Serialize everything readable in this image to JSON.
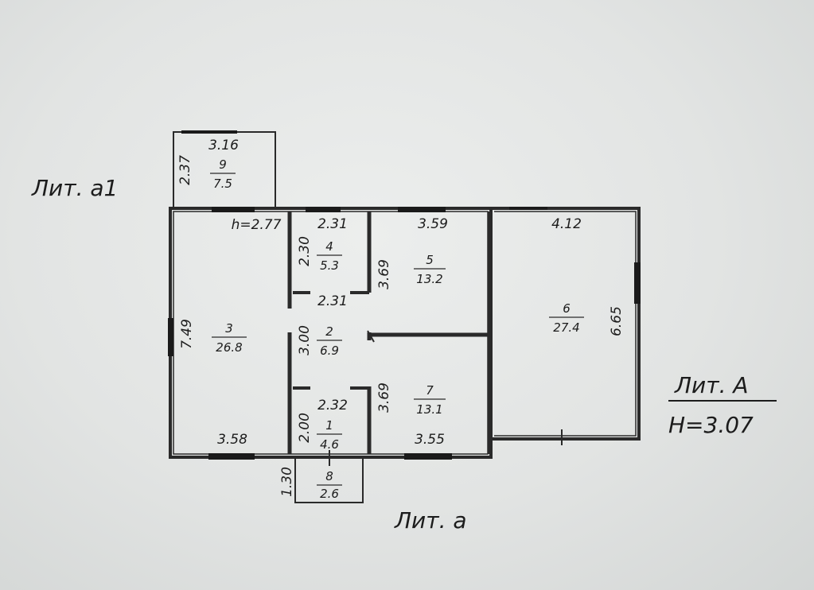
{
  "literals": {
    "a1": "Лит. а1",
    "a": "Лит. а",
    "A": "Лит. А",
    "height": "H=3.07"
  },
  "ceiling_note": "h=2.77",
  "rooms": [
    {
      "number": "1",
      "area": "4.6"
    },
    {
      "number": "2",
      "area": "6.9"
    },
    {
      "number": "3",
      "area": "26.8"
    },
    {
      "number": "4",
      "area": "5.3"
    },
    {
      "number": "5",
      "area": "13.2"
    },
    {
      "number": "6",
      "area": "27.4"
    },
    {
      "number": "7",
      "area": "13.1"
    },
    {
      "number": "8",
      "area": "2.6"
    },
    {
      "number": "9",
      "area": "7.5"
    }
  ],
  "dimensions": {
    "r9_width": "3.16",
    "r9_depth": "2.37",
    "r3_height": "7.49",
    "r3_width": "3.58",
    "r4_top": "2.31",
    "r4_side": "2.30",
    "r4_bottom": "2.31",
    "r5_top": "3.59",
    "r5_side": "3.69",
    "r2_side": "3.00",
    "r1_top": "2.32",
    "r1_side": "2.00",
    "r7_side": "3.69",
    "r7_width": "3.55",
    "r6_top": "4.12",
    "r6_side": "6.65",
    "r8_side": "1.30"
  }
}
